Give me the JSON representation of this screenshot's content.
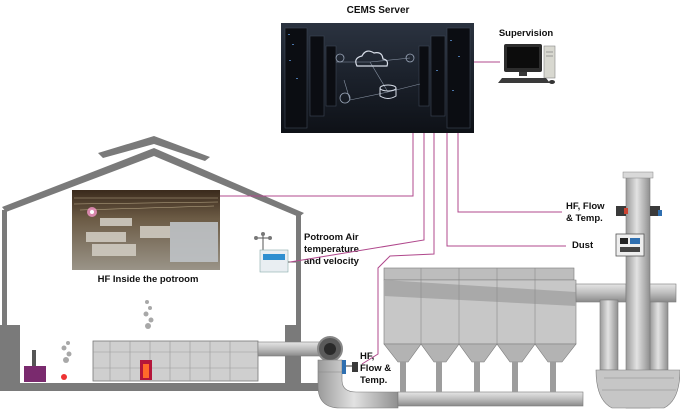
{
  "labels": {
    "cems_server": "CEMS Server",
    "supervision": "Supervision",
    "hf_inside_potroom": "HF Inside the potroom",
    "potroom_air_line1": "Potroom Air",
    "potroom_air_line2": "temperature",
    "potroom_air_line3": "and velocity",
    "stack_hf_line1": "HF, Flow",
    "stack_hf_line2": "& Temp.",
    "dust": "Dust",
    "duct_hf_line1": "HF,",
    "duct_hf_line2": "Flow &",
    "duct_hf_line3": "Temp."
  },
  "colors": {
    "signal_line": "#b0488c",
    "structure_fill": "#c9c9c9",
    "structure_dark": "#8f8f8f",
    "building_outline": "#7a7a7a",
    "server_room": "#1a1f2a"
  },
  "icons": [
    "server-rack-icon",
    "cloud-icon",
    "database-icon",
    "desktop-computer-icon",
    "sensor-icon",
    "anemometer-icon",
    "smoke-icon",
    "pot-icon"
  ]
}
